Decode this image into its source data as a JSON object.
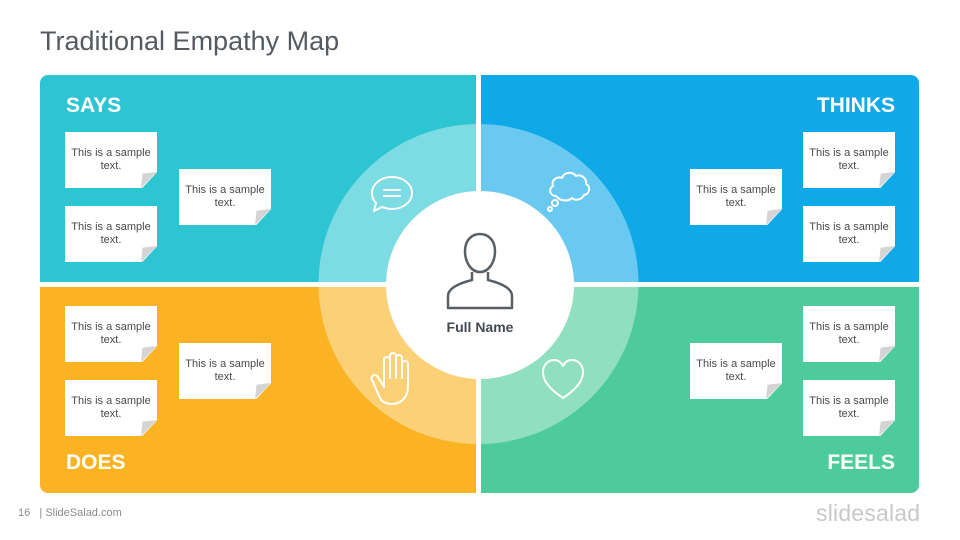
{
  "title": "Traditional Empathy Map",
  "colors": {
    "says": "#2ec5d3",
    "thinks": "#10a9e8",
    "does": "#fbb324",
    "feels": "#4ecb9c"
  },
  "quadrants": {
    "says": {
      "label": "SAYS",
      "icon": "speech-bubble-icon"
    },
    "thinks": {
      "label": "THINKS",
      "icon": "thought-cloud-icon"
    },
    "does": {
      "label": "DOES",
      "icon": "hand-icon"
    },
    "feels": {
      "label": "FEELS",
      "icon": "heart-icon"
    }
  },
  "note_text": "This is a sample text.",
  "center": {
    "name": "Full Name",
    "icon": "person-icon"
  },
  "footer": {
    "page_number": "16",
    "site": "| SlideSalad.com",
    "brand": "slidesalad"
  }
}
